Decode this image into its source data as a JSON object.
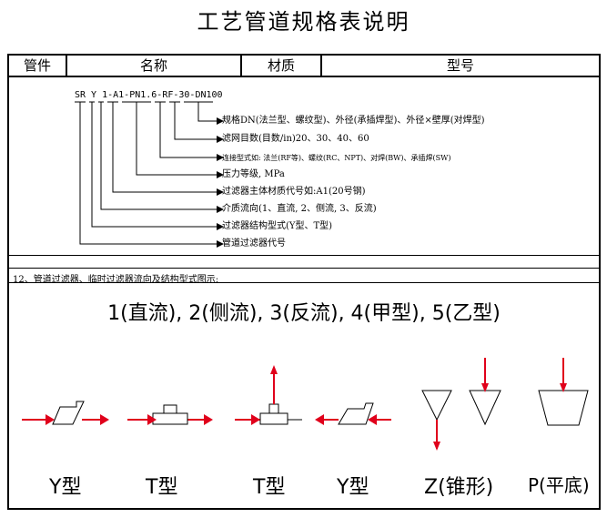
{
  "title": "工艺管道规格表说明",
  "header": {
    "col1": "管件",
    "col2": "名称",
    "col3": "材质",
    "col4": "型号"
  },
  "code": {
    "string": "SR Y 1-A1-PN1.6-RF-30-DN100",
    "descriptions": [
      "规格DN(法兰型、螺纹型)、外径(承插焊型)、外径×壁厚(对焊型)",
      "滤网目数(目数/in)20、30、40、60",
      "连接型式如: 法兰(RF等)、螺纹(RC、NPT)、对焊(BW)、承插焊(SW)",
      "压力等级, MPa",
      "过滤器主体材质代号如:A1(20号钢)",
      "介质流向(1、直流, 2、侧流, 3、反流)",
      "过滤器结构型式(Y型、T型)",
      "管道过滤器代号"
    ]
  },
  "section": {
    "title": "12、管道过滤器、临时过滤器流向及结构型式图示:",
    "subtitle": "1(直流), 2(侧流), 3(反流), 4(甲型), 5(乙型)",
    "labels": [
      "Y型",
      "T型",
      "T型",
      "Y型",
      "Z(锥形)",
      "P(平底)"
    ]
  },
  "colors": {
    "arrow": "#e0001b",
    "line": "#000000"
  }
}
